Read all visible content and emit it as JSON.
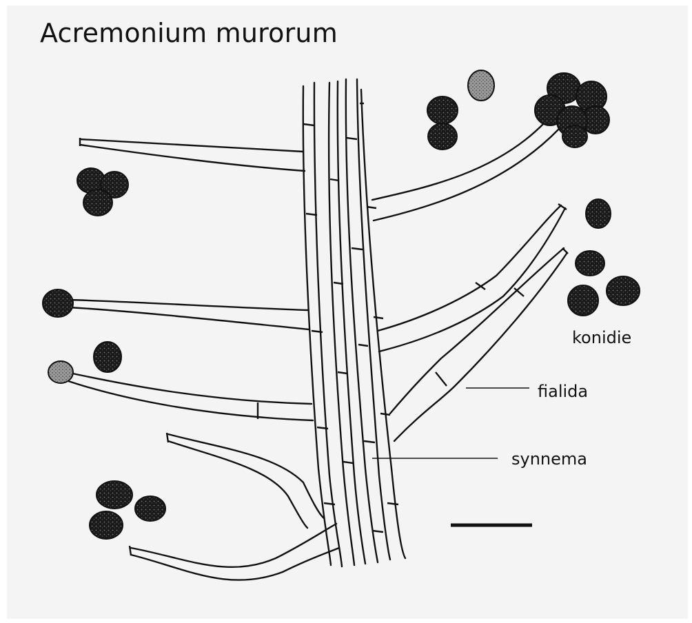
{
  "title": "Acremonium murorum",
  "labels": {
    "konidie": "konidie",
    "fialida": "fialida",
    "synnema": "synnema"
  },
  "colors": {
    "background": "#f4f4f4",
    "ink": "#111111",
    "conidium": "#1a1a1a",
    "conidium_light": "#8a8a8a"
  }
}
